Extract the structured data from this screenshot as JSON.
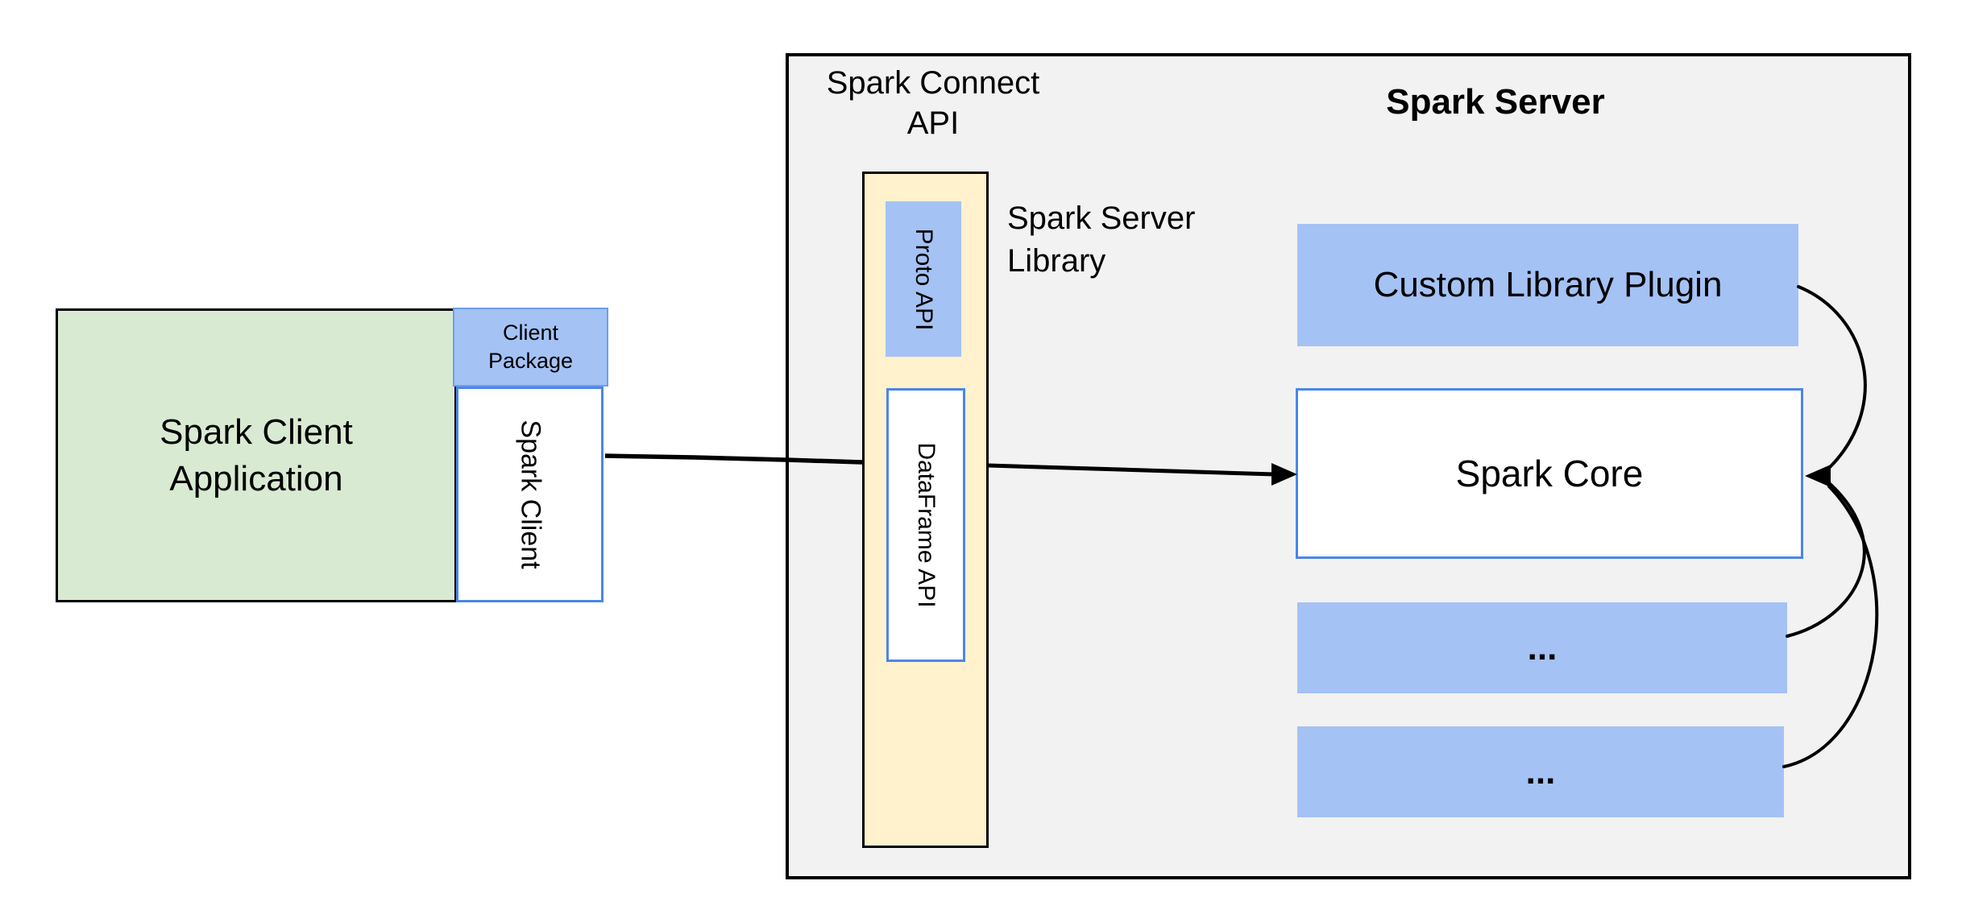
{
  "colors": {
    "blue-fill": "#a4c2f4",
    "blue-border": "#6d9eeb",
    "blue-border-strong": "#4a86e8",
    "green-fill": "#d9ead3",
    "yellow-fill": "#fff2cc",
    "gray-fill": "#f2f2f2",
    "line": "#000000",
    "text": "#000000"
  },
  "client": {
    "application": {
      "line1": "Spark Client",
      "line2": "Application"
    },
    "package": {
      "line1": "Client",
      "line2": "Package"
    },
    "spark_client": "Spark Client"
  },
  "connect": {
    "label": {
      "line1": "Spark Connect",
      "line2": "API"
    },
    "proto_api": "Proto API",
    "dataframe_api": "DataFrame API",
    "server_library": {
      "line1": "Spark Server",
      "line2": "Library"
    }
  },
  "server": {
    "title": "Spark Server",
    "plugin": "Custom Library Plugin",
    "core": "Spark Core",
    "ellipsis_1": "...",
    "ellipsis_2": "..."
  }
}
